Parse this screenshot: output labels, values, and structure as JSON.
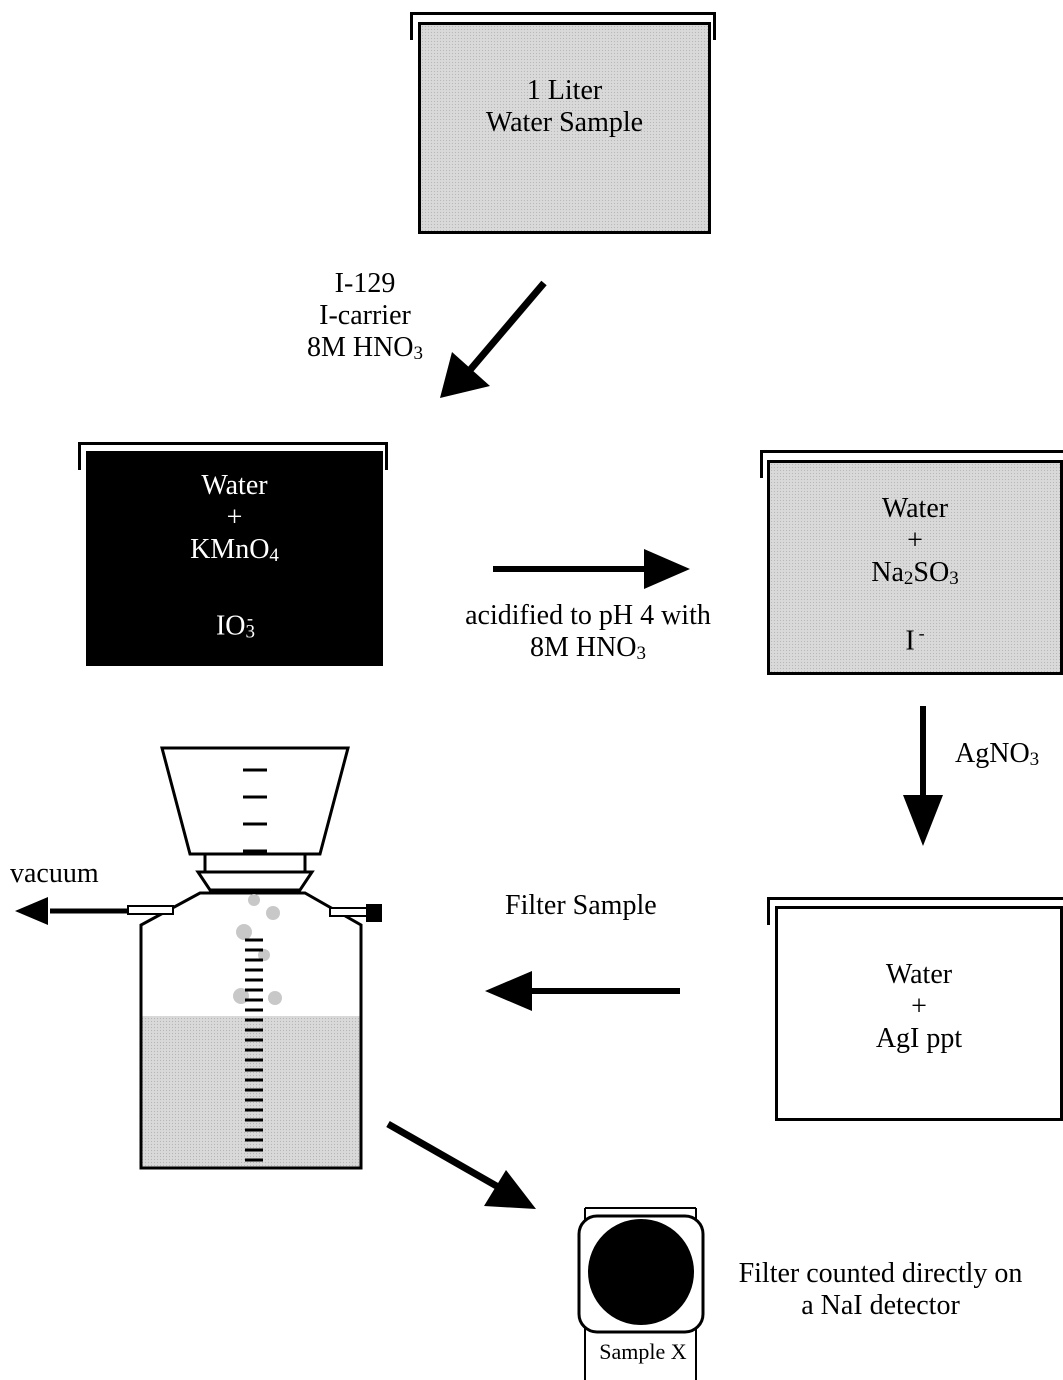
{
  "sample_box": {
    "line1": "1 Liter",
    "line2": "Water Sample"
  },
  "step1_arrow": {
    "line1": "I-129",
    "line2": "I-carrier",
    "line3_main": "8M HNO",
    "line3_sub": "3"
  },
  "kmno4_box": {
    "line1": "Water",
    "line2": "+",
    "line3_main": "KMnO",
    "line3_sub": "4",
    "ion_main": "IO",
    "ion_sub": "3",
    "ion_sup": "-"
  },
  "step2_arrow": {
    "line1": "acidified to pH 4 with",
    "line2_main": "8M HNO",
    "line2_sub": "3"
  },
  "na2so3_box": {
    "line1": "Water",
    "line2": "+",
    "line3_a": "Na",
    "line3_s1": "2",
    "line3_b": "SO",
    "line3_s2": "3",
    "ion_main": "I",
    "ion_sup": "-"
  },
  "step3_arrow": {
    "label_main": "AgNO",
    "label_sub": "3"
  },
  "agi_box": {
    "line1": "Water",
    "line2": "+",
    "line3": "AgI ppt"
  },
  "step4_arrow": {
    "label": "Filter Sample"
  },
  "vacuum": {
    "label": "vacuum"
  },
  "detector": {
    "sample_label": "Sample X",
    "caption_line1": "Filter counted directly on",
    "caption_line2": "a NaI detector"
  },
  "colors": {
    "gray_fill": "#d9d9d9",
    "black_fill": "#000000",
    "line": "#000000"
  }
}
